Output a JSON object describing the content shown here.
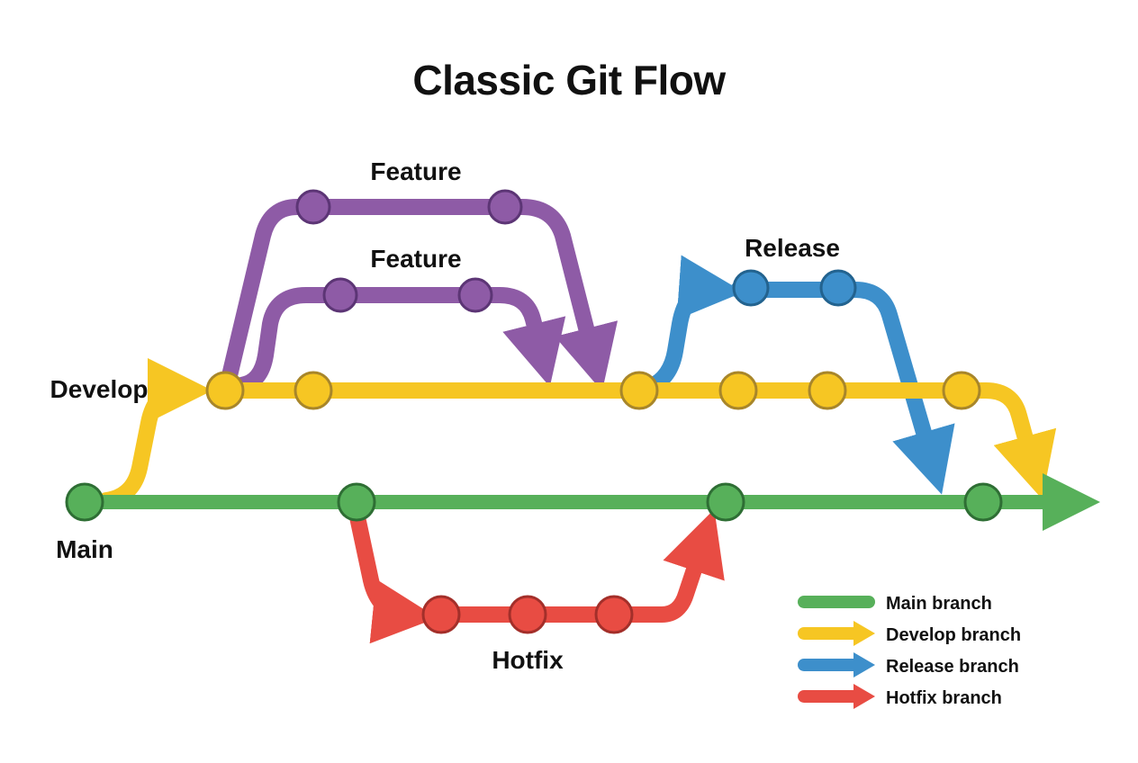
{
  "title": "Classic Git Flow",
  "colors": {
    "main": "#57B05A",
    "main_stroke": "#2E6E34",
    "develop": "#F6C623",
    "develop_stroke": "#A8862A",
    "feature": "#8E5BA6",
    "feature_stroke": "#5C3575",
    "release": "#3D8FCB",
    "release_stroke": "#23638F",
    "hotfix": "#E84C43",
    "hotfix_stroke": "#A32F2A"
  },
  "branches": {
    "main": {
      "label": "Main",
      "commits": 4
    },
    "develop": {
      "label": "Develop",
      "commits": 6
    },
    "feature_1": {
      "label": "Feature",
      "commits": 2
    },
    "feature_2": {
      "label": "Feature",
      "commits": 2
    },
    "release": {
      "label": "Release",
      "commits": 2
    },
    "hotfix": {
      "label": "Hotfix",
      "commits": 3
    }
  },
  "legend": [
    {
      "label": "Main branch",
      "color_key": "main",
      "style": "line"
    },
    {
      "label": "Develop branch",
      "color_key": "develop",
      "style": "arrow"
    },
    {
      "label": "Release branch",
      "color_key": "release",
      "style": "arrow"
    },
    {
      "label": "Hotfix branch",
      "color_key": "hotfix",
      "style": "arrow"
    }
  ]
}
